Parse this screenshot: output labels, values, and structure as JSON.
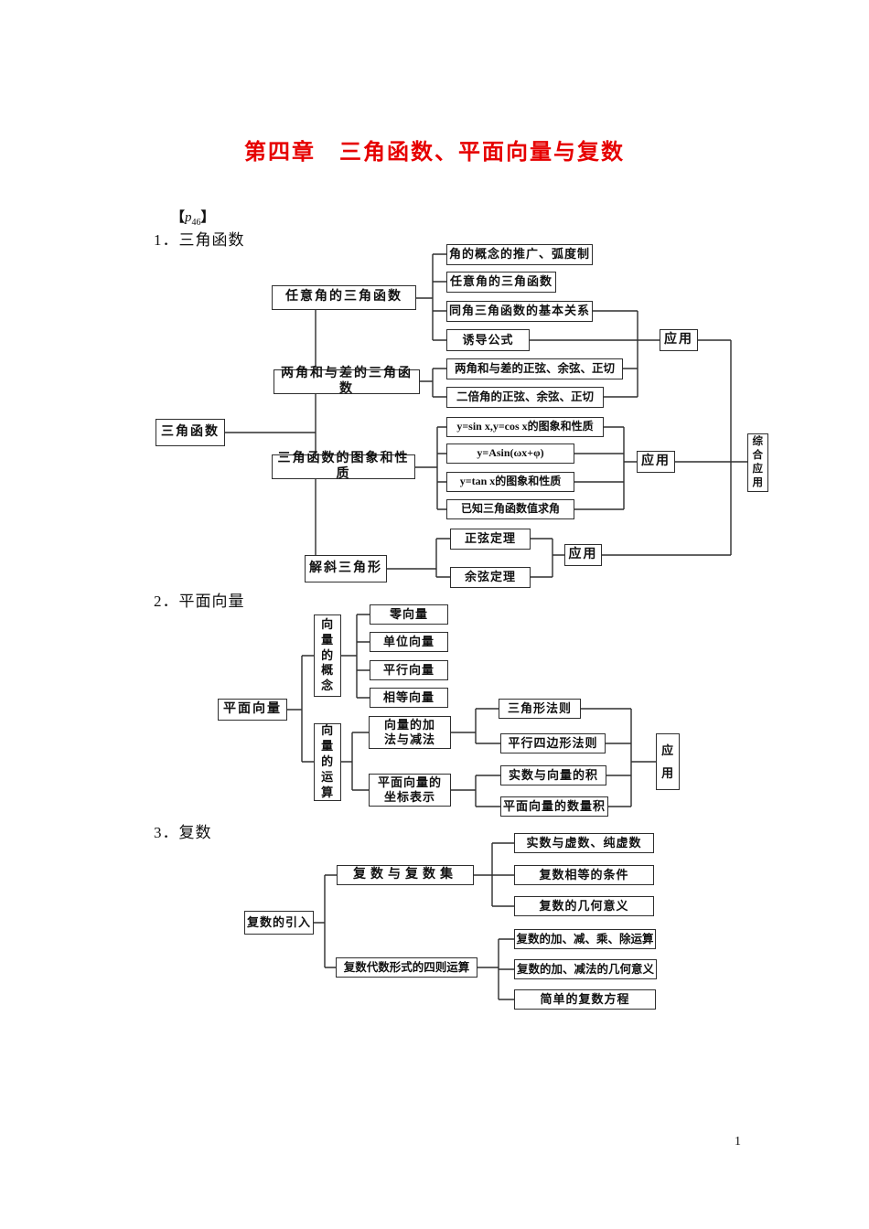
{
  "page": {
    "title": "第四章　三角函数、平面向量与复数",
    "ref": {
      "open": "【",
      "p": "p",
      "sub": "46",
      "close": "】"
    },
    "page_number": "1"
  },
  "sections": {
    "s1": "1．三角函数",
    "s2": "2．平面向量",
    "s3": "3．复数"
  },
  "trig": {
    "root": "三角函数",
    "branches": [
      "任意角的三角函数",
      "两角和与差的三角函数",
      "三角函数的图象和性质",
      "解斜三角形"
    ],
    "any_angle_leaves": [
      "角的概念的推广、弧度制",
      "任意角的三角函数",
      "同角三角函数的基本关系",
      "诱导公式"
    ],
    "sum_diff_leaves": [
      "两角和与差的正弦、余弦、正切",
      "二倍角的正弦、余弦、正切"
    ],
    "graph_leaves": [
      "y=sin x,y=cos x的图象和性质",
      "y=Asin(ωx+φ)",
      "y=tan x的图象和性质",
      "已知三角函数值求角"
    ],
    "triangle_leaves": [
      "正弦定理",
      "余弦定理"
    ],
    "apply1": "应用",
    "apply2": "应用",
    "apply3": "应用",
    "comprehensive": "综合应用"
  },
  "vector": {
    "root": "平面向量",
    "concept": "向量的概念",
    "operation": "向量的运算",
    "concept_leaves": [
      "零向量",
      "单位向量",
      "平行向量",
      "相等向量"
    ],
    "operation_children": [
      {
        "line1": "向量的加",
        "line2": "法与减法"
      },
      {
        "line1": "平面向量的",
        "line2": "坐标表示"
      }
    ],
    "addsub_leaves": [
      "三角形法则",
      "平行四边形法则"
    ],
    "coord_leaves": [
      "实数与向量的积",
      "平面向量的数量积"
    ],
    "apply": "应用"
  },
  "complex": {
    "root": "复数的引入",
    "branches": [
      "复数与复数集",
      "复数代数形式的四则运算"
    ],
    "set_leaves": [
      "实数与虚数、纯虚数",
      "复数相等的条件",
      "复数的几何意义"
    ],
    "ops_leaves": [
      "复数的加、减、乘、除运算",
      "复数的加、减法的几何意义",
      "简单的复数方程"
    ]
  },
  "colors": {
    "title_red": "#e60000",
    "line": "#2e2e2e"
  }
}
